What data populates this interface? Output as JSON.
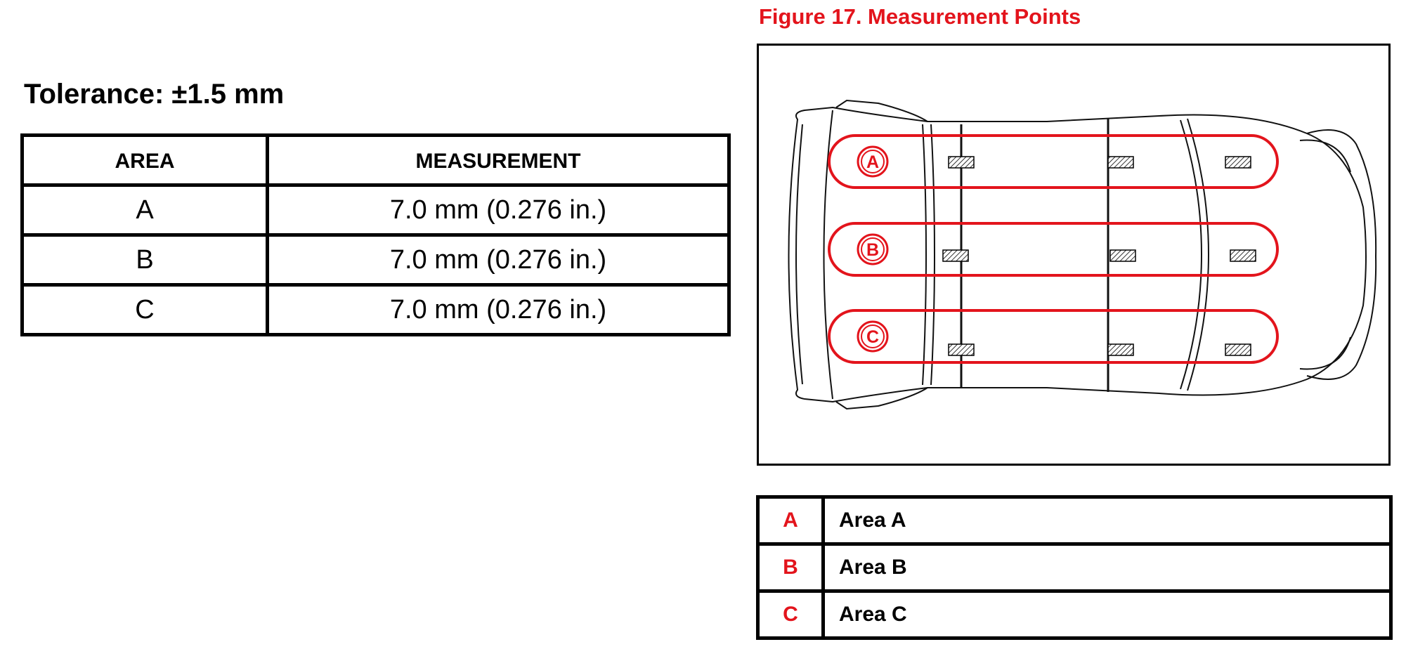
{
  "tolerance": "Tolerance: ±1.5 mm",
  "measurement_table": {
    "headers": [
      "AREA",
      "MEASUREMENT"
    ],
    "rows": [
      {
        "area": "A",
        "measurement": "7.0 mm (0.276 in.)"
      },
      {
        "area": "B",
        "measurement": "7.0 mm (0.276 in.)"
      },
      {
        "area": "C",
        "measurement": "7.0 mm (0.276 in.)"
      }
    ]
  },
  "figure": {
    "title": "Figure 17. Measurement Points",
    "callouts": [
      "A",
      "B",
      "C"
    ],
    "accent_color": "#e3141c"
  },
  "legend": [
    {
      "key": "A",
      "label": "Area A"
    },
    {
      "key": "B",
      "label": "Area B"
    },
    {
      "key": "C",
      "label": "Area C"
    }
  ]
}
